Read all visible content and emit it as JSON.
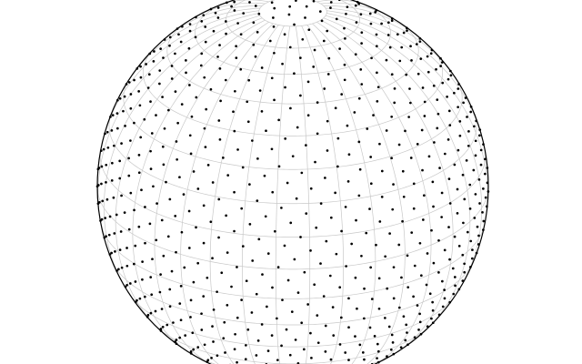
{
  "figure": {
    "type": "orthographic-globe-point-distribution",
    "projection": "orthographic",
    "view_center": {
      "lon_deg": -25,
      "lat_deg": 25
    },
    "graticule": {
      "shown": true,
      "meridian_step_deg": 10,
      "parallel_step_deg": 10,
      "color": "#c8c8c8"
    },
    "points": {
      "distribution": "fibonacci-sphere",
      "count": 1500,
      "color": "#000000"
    },
    "outline": {
      "shown": true,
      "color": "#000000"
    },
    "background": "#ffffff"
  }
}
